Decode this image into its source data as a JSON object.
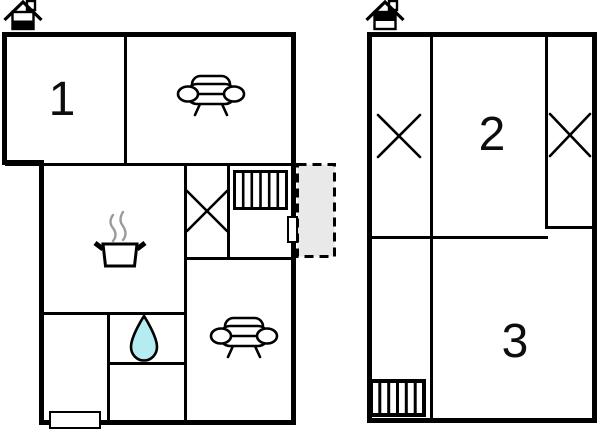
{
  "colors": {
    "wall": "#000000",
    "bg": "#ffffff",
    "terrace": "#e9e9e9",
    "water": "#b5ecf2",
    "steam": "#9b9b9b",
    "label": "#0d0d0d"
  },
  "floorplan": {
    "left_building": {
      "room_label": "1",
      "icons": [
        "house-orientation-icon",
        "sofa-icon",
        "wardrobe-cross-icon",
        "stairs-icon",
        "cooking-pot-icon",
        "water-drop-icon",
        "sofa-icon",
        "door-marker",
        "door-marker"
      ],
      "outdoor_area": "dashed-terrace"
    },
    "right_building": {
      "room_labels": [
        "2",
        "3"
      ],
      "icons": [
        "house-orientation-icon",
        "wardrobe-cross-icon",
        "wardrobe-cross-icon",
        "stairs-icon"
      ]
    }
  }
}
